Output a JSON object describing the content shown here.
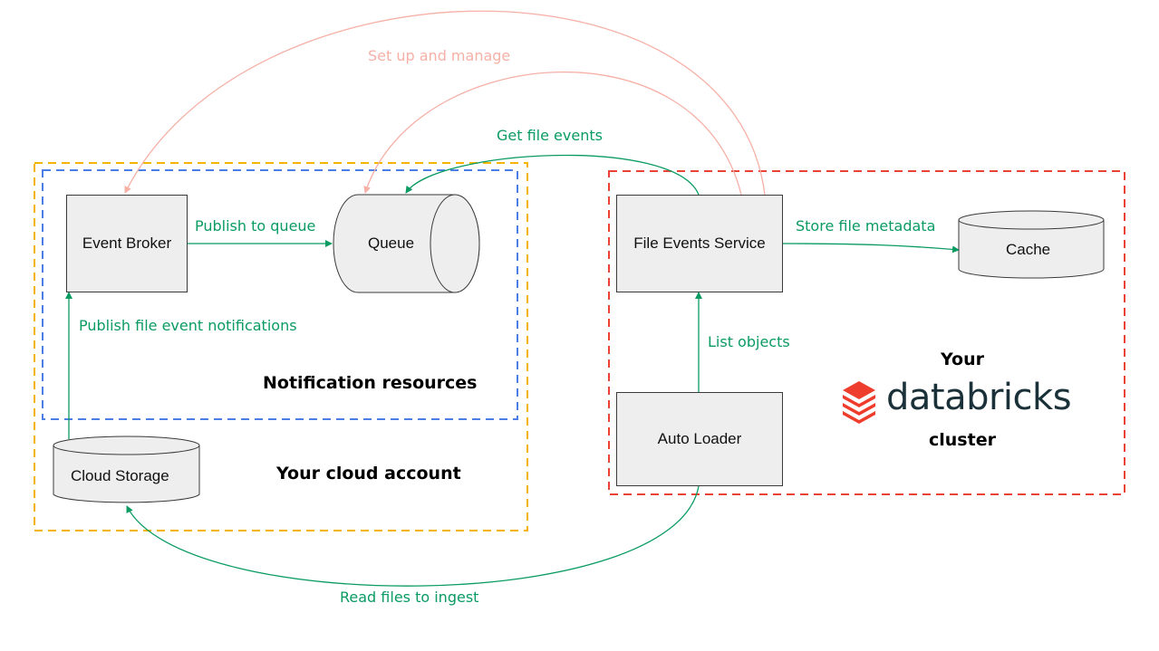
{
  "zones": {
    "notification": "Notification resources",
    "cloud": "Your cloud account",
    "brand_top": "Your",
    "brand_bottom": "cluster",
    "brand_word": "databricks"
  },
  "nodes": {
    "event_broker": "Event Broker",
    "queue": "Queue",
    "file_events_service": "File Events Service",
    "cache": "Cache",
    "auto_loader": "Auto Loader",
    "cloud_storage": "Cloud Storage"
  },
  "edges": {
    "set_up_manage": "Set up and manage",
    "get_file_events": "Get file events",
    "publish_to_queue": "Publish to queue",
    "store_metadata": "Store file metadata",
    "publish_notifications": "Publish file event notifications",
    "list_objects": "List objects",
    "read_files": "Read files to ingest"
  },
  "colors": {
    "green": "#0a9b62",
    "salmon": "#f6b0a6",
    "orange_border": "#f4b400",
    "blue_border": "#4c7fe6",
    "red_border": "#ea4335",
    "brand_red": "#ee3d2c",
    "brand_dark": "#1b3139"
  }
}
